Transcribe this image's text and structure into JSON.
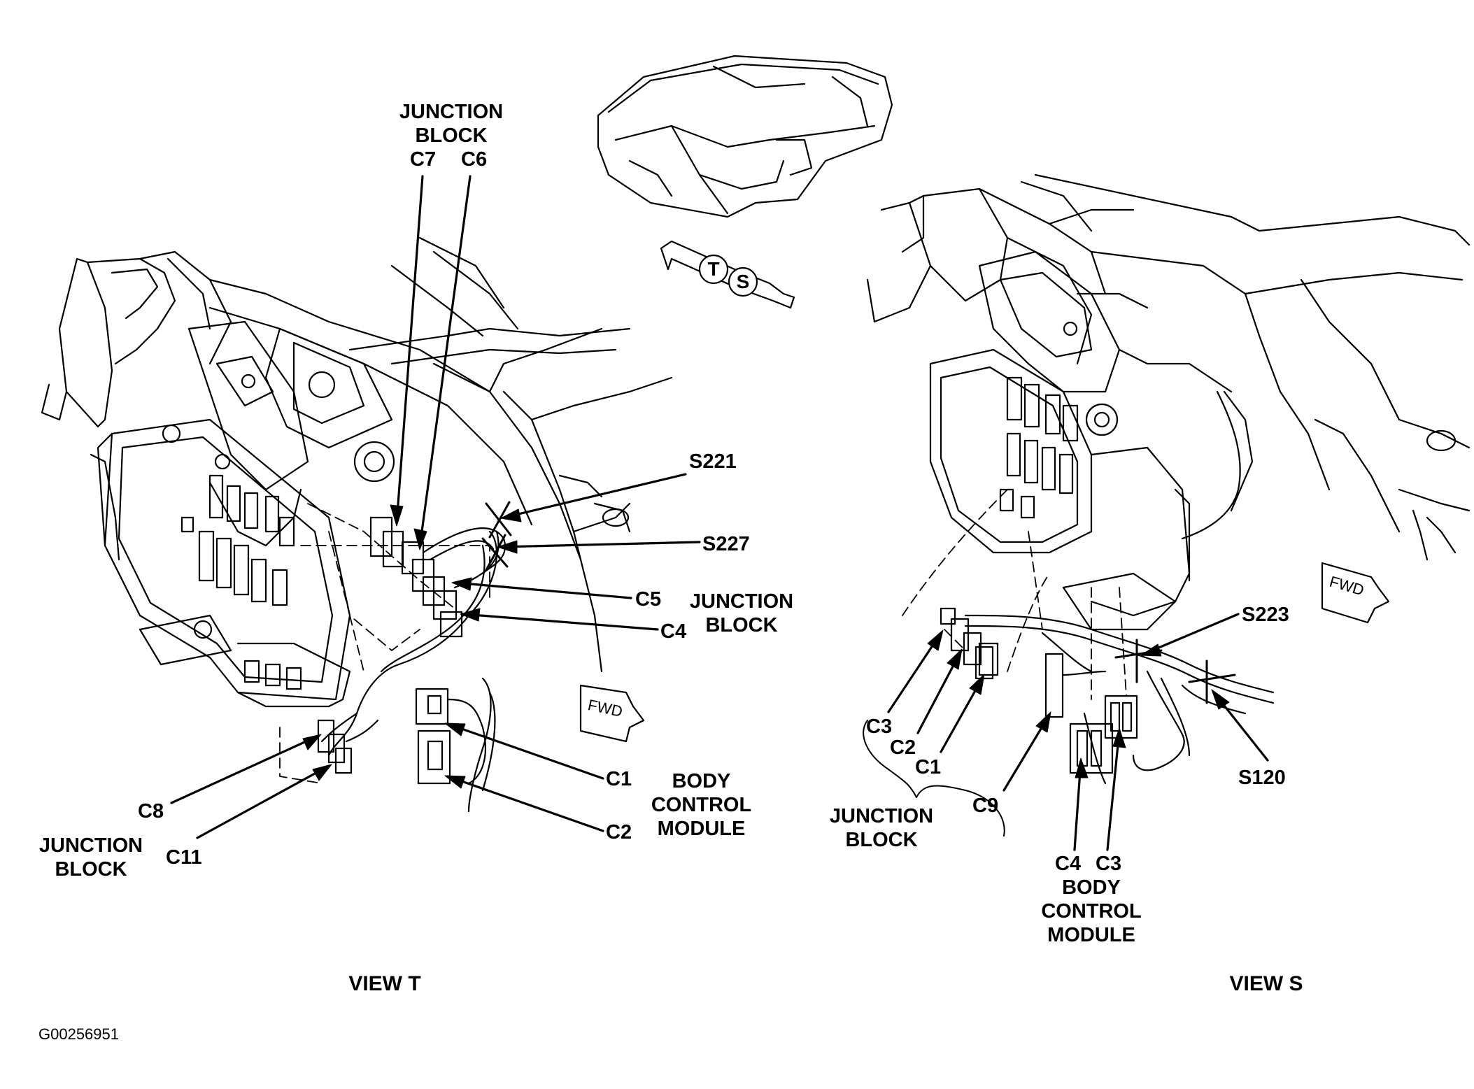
{
  "view_t": {
    "title": "VIEW T",
    "junction_block_top": {
      "line1": "JUNCTION",
      "line2": "BLOCK",
      "c7": "C7",
      "c6": "C6"
    },
    "s221": "S221",
    "s227": "S227",
    "c5": "C5",
    "c4": "C4",
    "junction_block_right": {
      "line1": "JUNCTION",
      "line2": "BLOCK"
    },
    "c1": "C1",
    "c2": "C2",
    "body_control_module": {
      "line1": "BODY",
      "line2": "CONTROL",
      "line3": "MODULE"
    },
    "c8": "C8",
    "c11": "C11",
    "junction_block_bottom": {
      "line1": "JUNCTION",
      "line2": "BLOCK"
    },
    "fwd": "FWD"
  },
  "locator": {
    "t": "T",
    "s": "S"
  },
  "view_s": {
    "title": "VIEW S",
    "s223": "S223",
    "s120": "S120",
    "c3": "C3",
    "c2": "C2",
    "c1": "C1",
    "c9": "C9",
    "junction_block": {
      "line1": "JUNCTION",
      "line2": "BLOCK"
    },
    "bcm": {
      "c4": "C4",
      "c3": "C3",
      "line1": "BODY",
      "line2": "CONTROL",
      "line3": "MODULE"
    },
    "fwd": "FWD"
  },
  "figure_id": "G00256951"
}
